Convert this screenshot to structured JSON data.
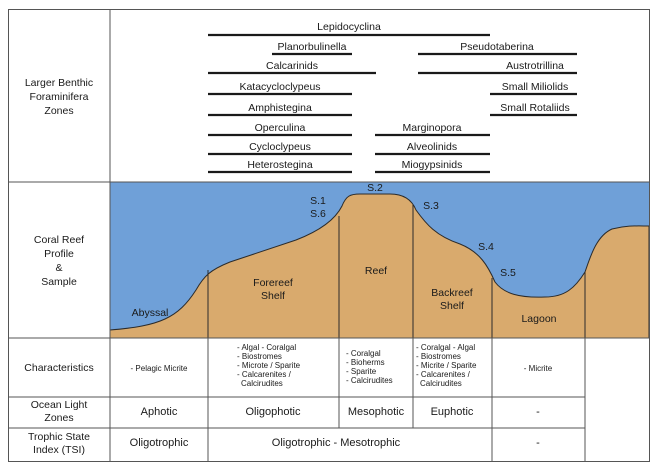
{
  "row_headers": {
    "lbf": [
      "Larger Benthic",
      "Foraminifera",
      "Zones"
    ],
    "reef": [
      "Coral Reef",
      "Profile",
      "&",
      "Sample"
    ],
    "characteristics": [
      "Characteristics"
    ],
    "ocean_light": [
      "Ocean Light",
      "Zones"
    ],
    "trophic": [
      "Trophic State",
      "Index (TSI)"
    ]
  },
  "foraminifera": [
    "Lepidocyclina",
    "Planorbulinella",
    "Pseudotaberina",
    "Calcarinids",
    "Austrotrillina",
    "Katacycloclypeus",
    "Small Miliolids",
    "Amphistegina",
    "Small Rotaliids",
    "Operculina",
    "Marginopora",
    "Cycloclypeus",
    "Alveolinids",
    "Heterostegina",
    "Miogypsinids"
  ],
  "profile": {
    "zones": [
      "Abyssal",
      "Forereef",
      "Shelf",
      "Reef",
      "Backreef",
      "Shelf",
      "Lagoon"
    ],
    "samples": [
      "S.1",
      "S.6",
      "S.2",
      "S.3",
      "S.4",
      "S.5"
    ]
  },
  "characteristics": {
    "abyssal": [
      "- Pelagic Micrite"
    ],
    "forereef": [
      "- Algal - Coralgal",
      "- Biostromes",
      "- Microte / Sparite",
      "- Calcarenites /",
      "  Calcirudites"
    ],
    "reef": [
      "- Coralgal",
      "- Bioherms",
      "- Sparite",
      "- Calcirudites"
    ],
    "backreef": [
      "- Coralgal - Algal",
      "- Biostromes",
      "- Micrite / Sparite",
      "- Calcarenites /",
      "  Calcirudites"
    ],
    "lagoon": [
      "- Micrite"
    ]
  },
  "ocean_light": [
    "Aphotic",
    "Oligophotic",
    "Mesophotic",
    "Euphotic",
    "-"
  ],
  "trophic": [
    "Oligotrophic",
    "Oligotrophic - Mesotrophic",
    "-"
  ],
  "colors": {
    "water": "#6fa0d8",
    "sediment": "#d9aa6d",
    "outline": "#2b2b2b",
    "grid": "#555555",
    "range_line": "#1a1a1a"
  }
}
